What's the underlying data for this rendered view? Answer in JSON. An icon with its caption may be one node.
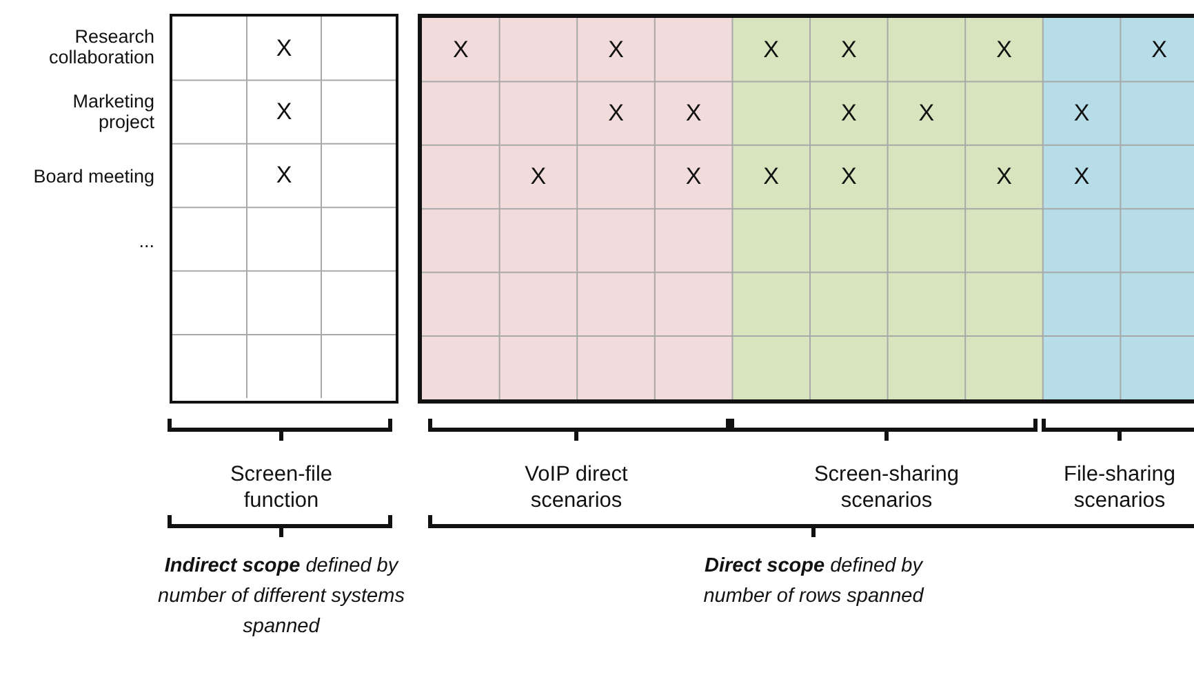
{
  "diagram": {
    "labels": [
      "Research collaboration",
      "X",
      "X",
      "X",
      "X",
      "X",
      "X",
      "X",
      "Marketing project",
      "X",
      "X",
      "X",
      "X",
      "X",
      "X",
      "Board meeting",
      "X",
      "X",
      "X",
      "X",
      "X",
      "X",
      "X",
      "...",
      "Screen-file function",
      "VoIP direct scenarios",
      "Screen-sharing scenarios",
      "File-sharing scenarios",
      "**Indirect scope** defined by number of different systems spanned",
      "**Direct scope** defined by number of rows spanned"
    ]
  }
}
